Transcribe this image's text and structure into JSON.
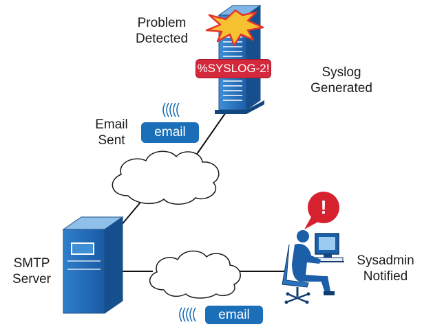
{
  "labels": {
    "problem_line1": "Problem",
    "problem_line2": "Detected",
    "syslog_line1": "Syslog",
    "syslog_line2": "Generated",
    "email_line1": "Email",
    "email_line2": "Sent",
    "smtp_line1": "SMTP",
    "smtp_line2": "Server",
    "sysadmin_line1": "Sysadmin",
    "sysadmin_line2": "Notified"
  },
  "badges": {
    "syslog_message": "%SYSLOG-2!",
    "email_top": "email",
    "email_bottom": "email",
    "alert_mark": "!"
  },
  "icons": [
    "server-tower-icon",
    "starburst-icon",
    "smtp-server-icon",
    "cloud-icon",
    "cloud-icon",
    "sysadmin-at-desk-icon",
    "alert-bubble-icon",
    "wireless-signal-icon",
    "wireless-signal-icon"
  ],
  "colors": {
    "server_blue": "#1b5fa8",
    "email_badge": "#1b6fb8",
    "syslog_badge": "#d4283c",
    "alert_red": "#d6222f",
    "starburst_fill": "#f6c232",
    "starburst_outline": "#e6332a"
  }
}
